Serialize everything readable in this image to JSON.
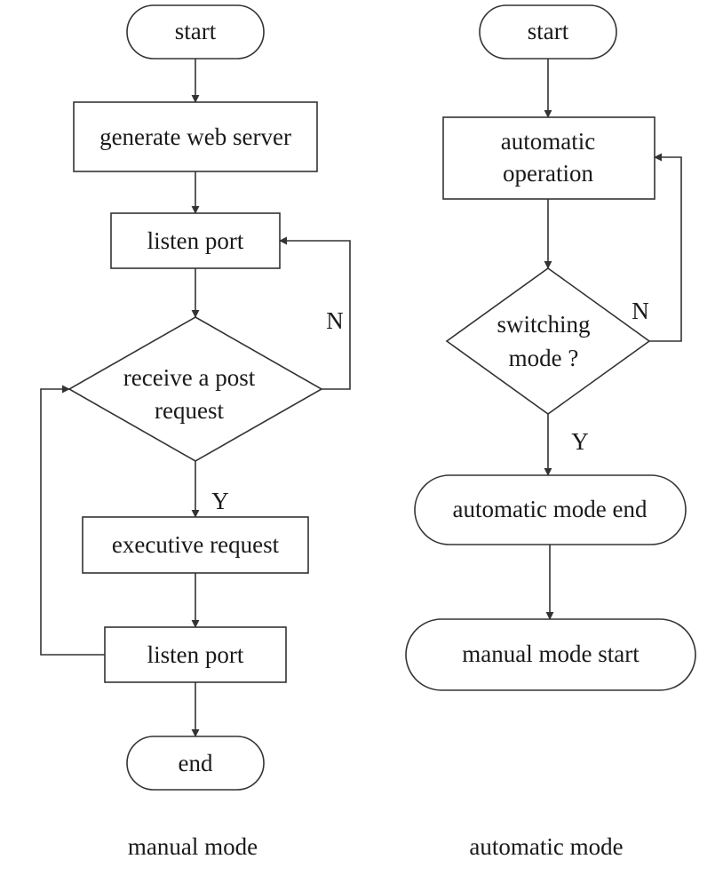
{
  "manual": {
    "start": "start",
    "generate": "generate web server",
    "listen1": "listen port",
    "decision_line1": "receive a post",
    "decision_line2": "request",
    "no_label": "N",
    "yes_label": "Y",
    "execute": "executive request",
    "listen2": "listen port",
    "end": "end",
    "caption": "manual mode"
  },
  "automatic": {
    "start": "start",
    "operation_line1": "automatic",
    "operation_line2": "operation",
    "decision_line1": "switching",
    "decision_line2": "mode ?",
    "no_label": "N",
    "yes_label": "Y",
    "mode_end": "automatic mode end",
    "manual_start": "manual mode start",
    "caption": "automatic mode"
  }
}
